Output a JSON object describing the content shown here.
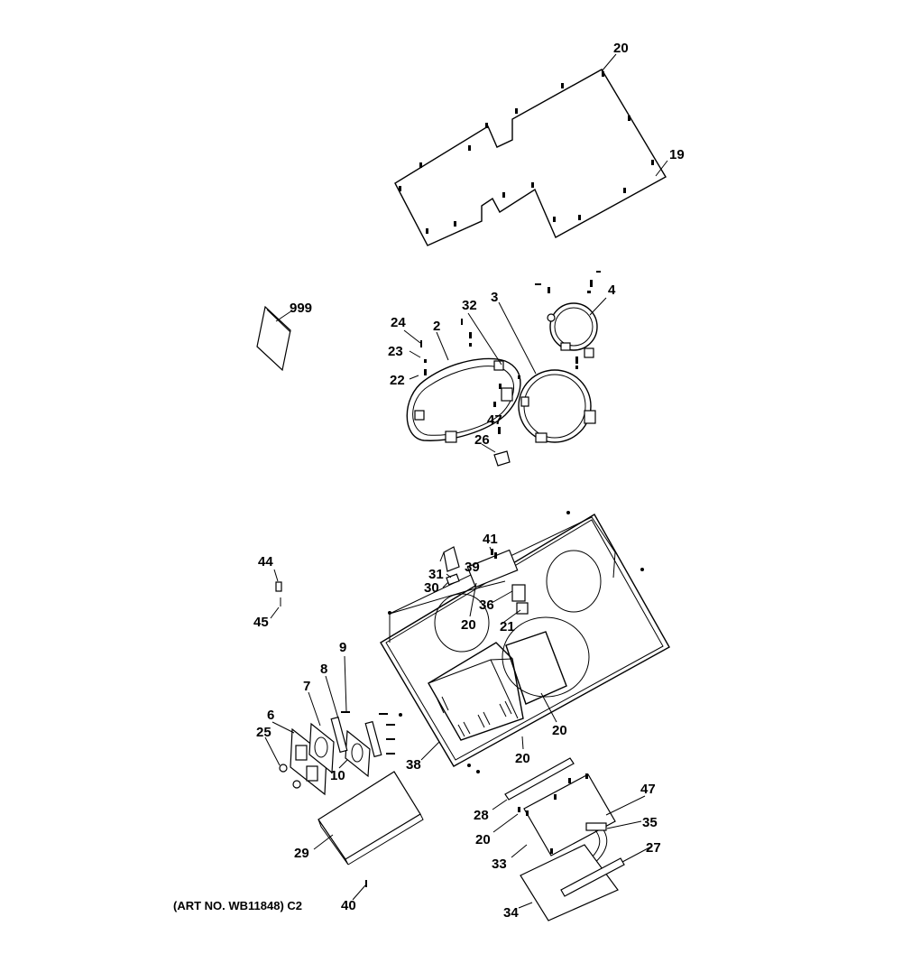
{
  "diagram": {
    "callouts": {
      "c20_top": "20",
      "c19": "19",
      "c999": "999",
      "c24": "24",
      "c2": "2",
      "c32": "32",
      "c3": "3",
      "c4": "4",
      "c23": "23",
      "c22": "22",
      "c47_top": "47",
      "c26": "26",
      "c44": "44",
      "c45": "45",
      "c41": "41",
      "c39": "39",
      "c31": "31",
      "c30": "30",
      "c36": "36",
      "c20_mid": "20",
      "c21": "21",
      "c9": "9",
      "c8": "8",
      "c7": "7",
      "c6": "6",
      "c25": "25",
      "c10": "10",
      "c38": "38",
      "c20_right": "20",
      "c20_low": "20",
      "c47_bottom": "47",
      "c35": "35",
      "c28": "28",
      "c20_bottom": "20",
      "c27": "27",
      "c33": "33",
      "c29": "29",
      "c34": "34",
      "c40": "40"
    },
    "art_number": "(ART NO. WB11848) C2"
  }
}
